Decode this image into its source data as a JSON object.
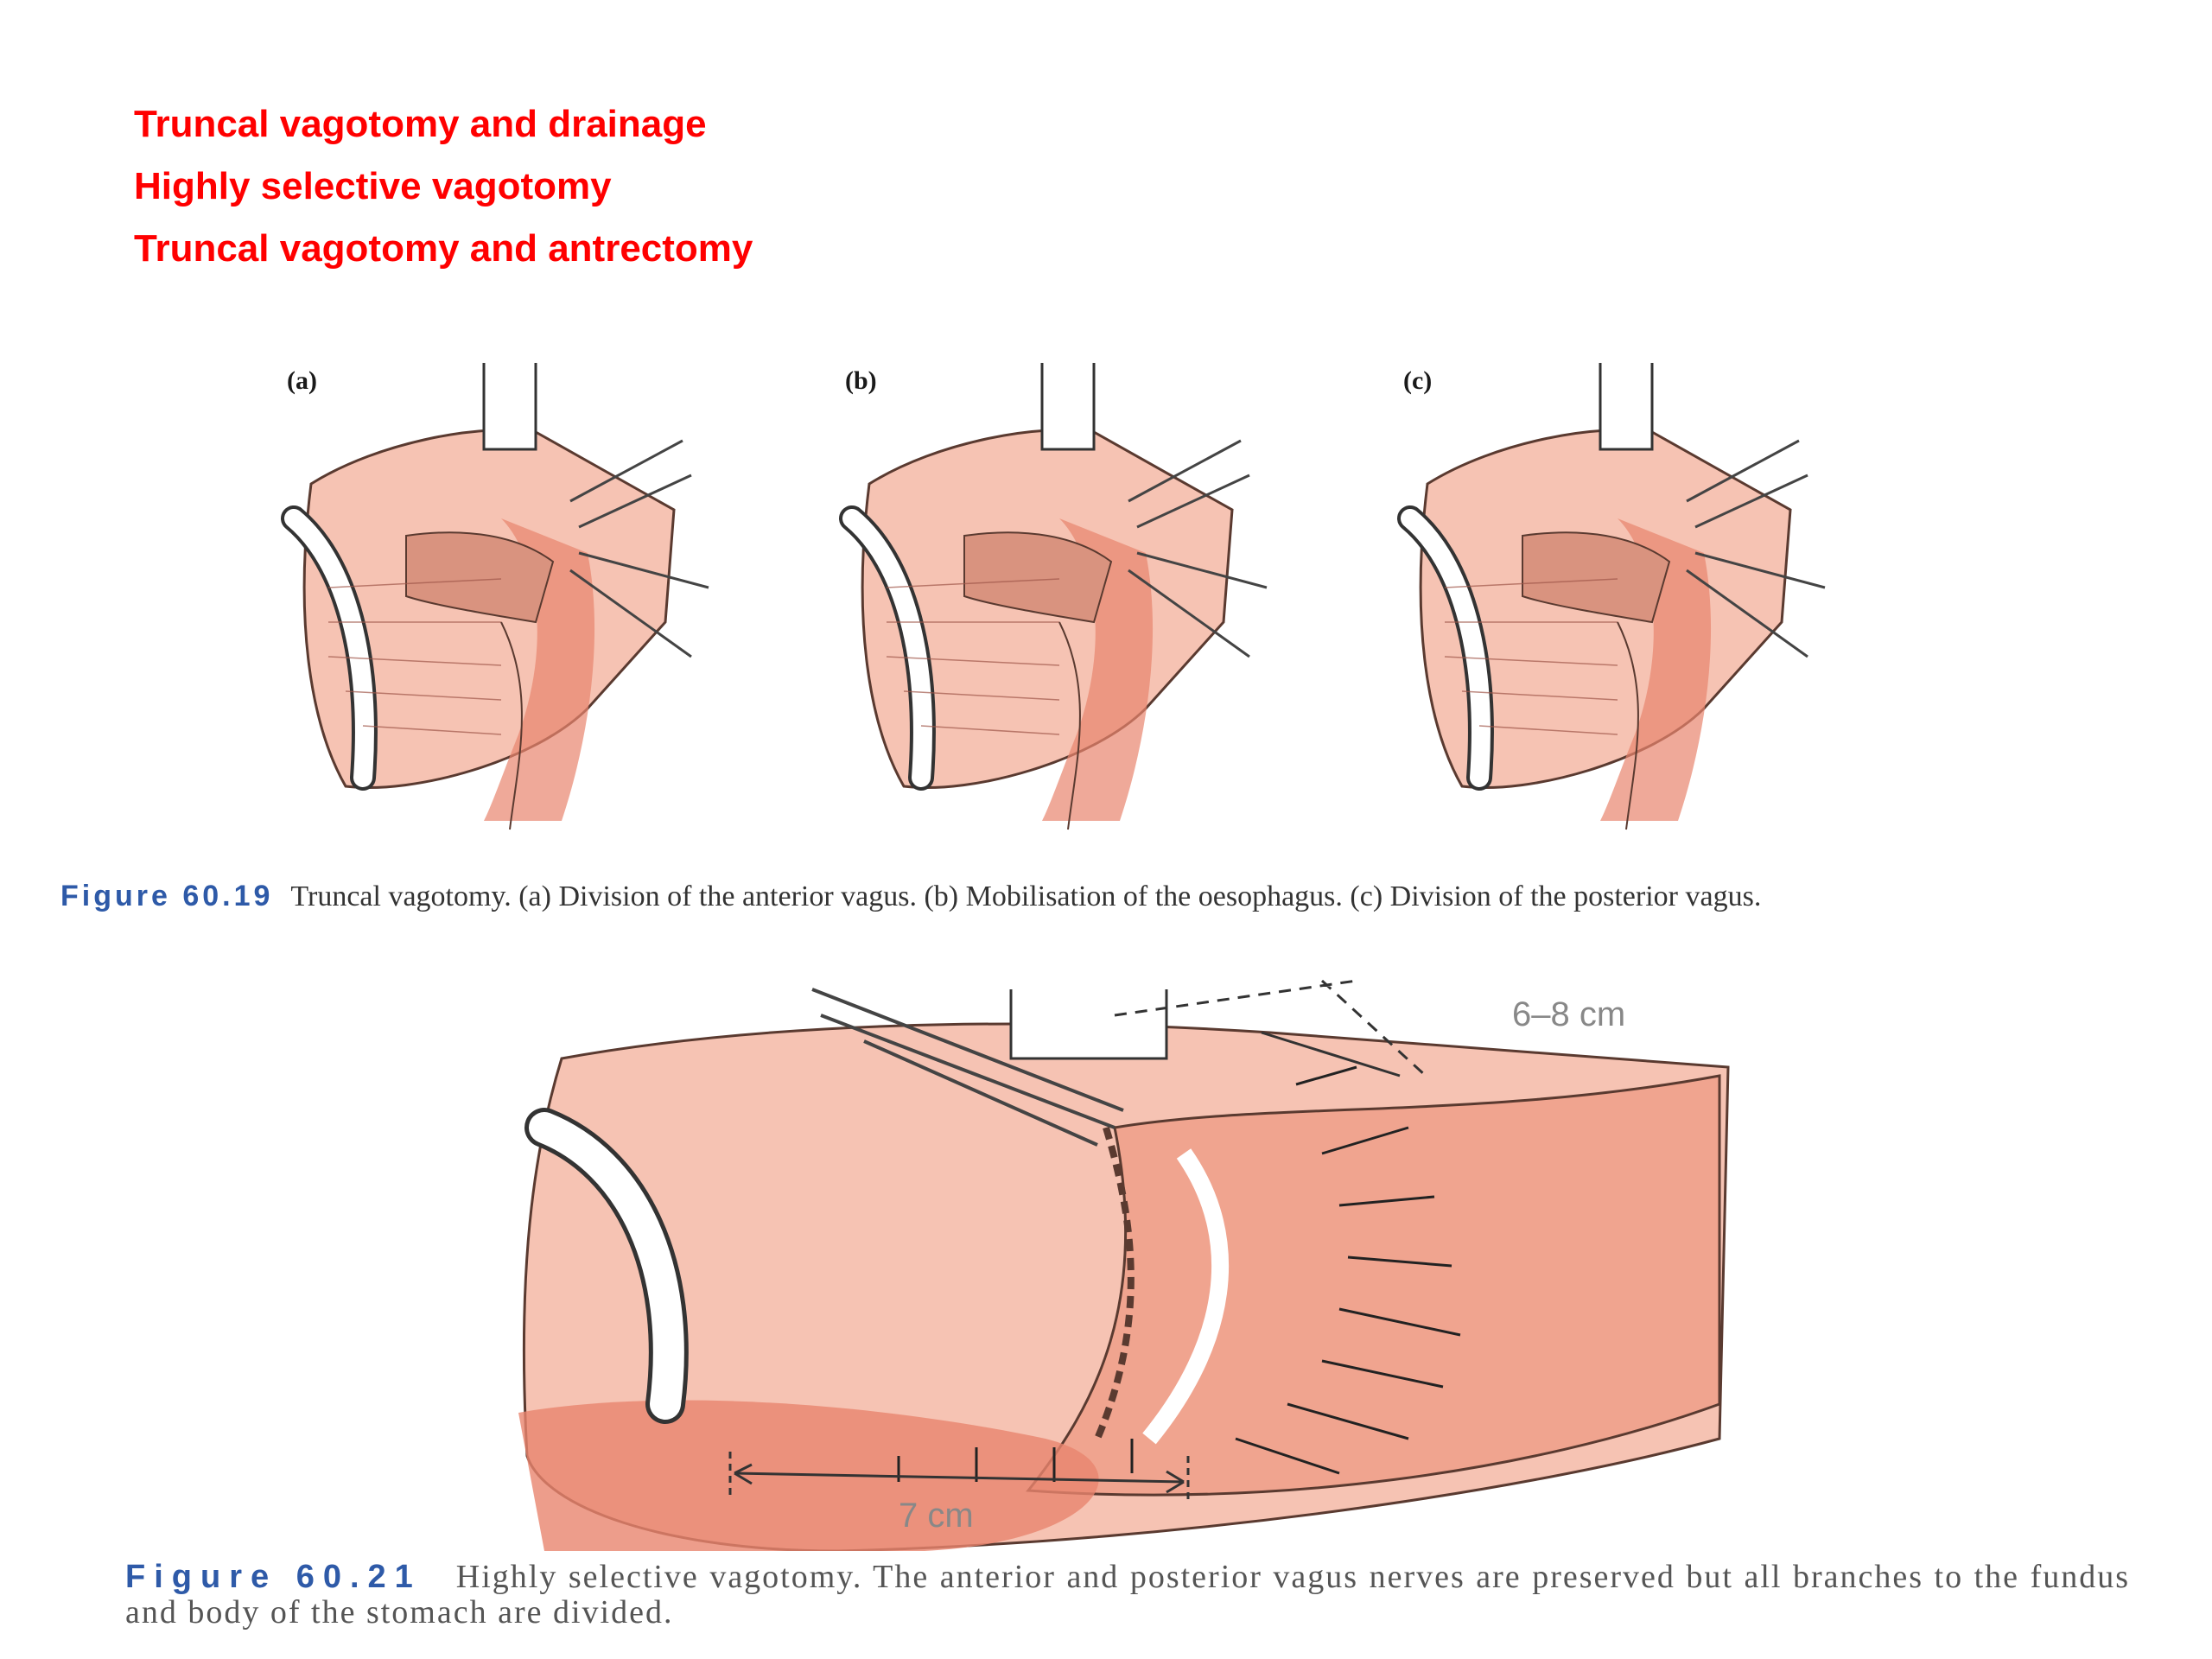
{
  "headings": [
    "Truncal vagotomy and drainage",
    "Highly selective vagotomy",
    "Truncal vagotomy and antrectomy"
  ],
  "figure_60_19": {
    "panels": [
      "(a)",
      "(b)",
      "(c)"
    ],
    "number": "Figure 60.19",
    "caption": "Truncal vagotomy. (a) Division of the anterior vagus. (b) Mobilisation of the oesophagus. (c) Division of the posterior vagus."
  },
  "figure_60_21": {
    "measure_top": "6–8 cm",
    "measure_bottom": "7 cm",
    "number": "Figure 60.21",
    "caption": "Highly selective vagotomy. The anterior and posterior vagus nerves are preserved but all branches to the fundus and body of the stomach are divided."
  },
  "colors": {
    "heading": "#ff0000",
    "tissue": "#f6c3b3",
    "tissue_dark": "#e8846e",
    "figure_number": "#2e5aa8"
  }
}
